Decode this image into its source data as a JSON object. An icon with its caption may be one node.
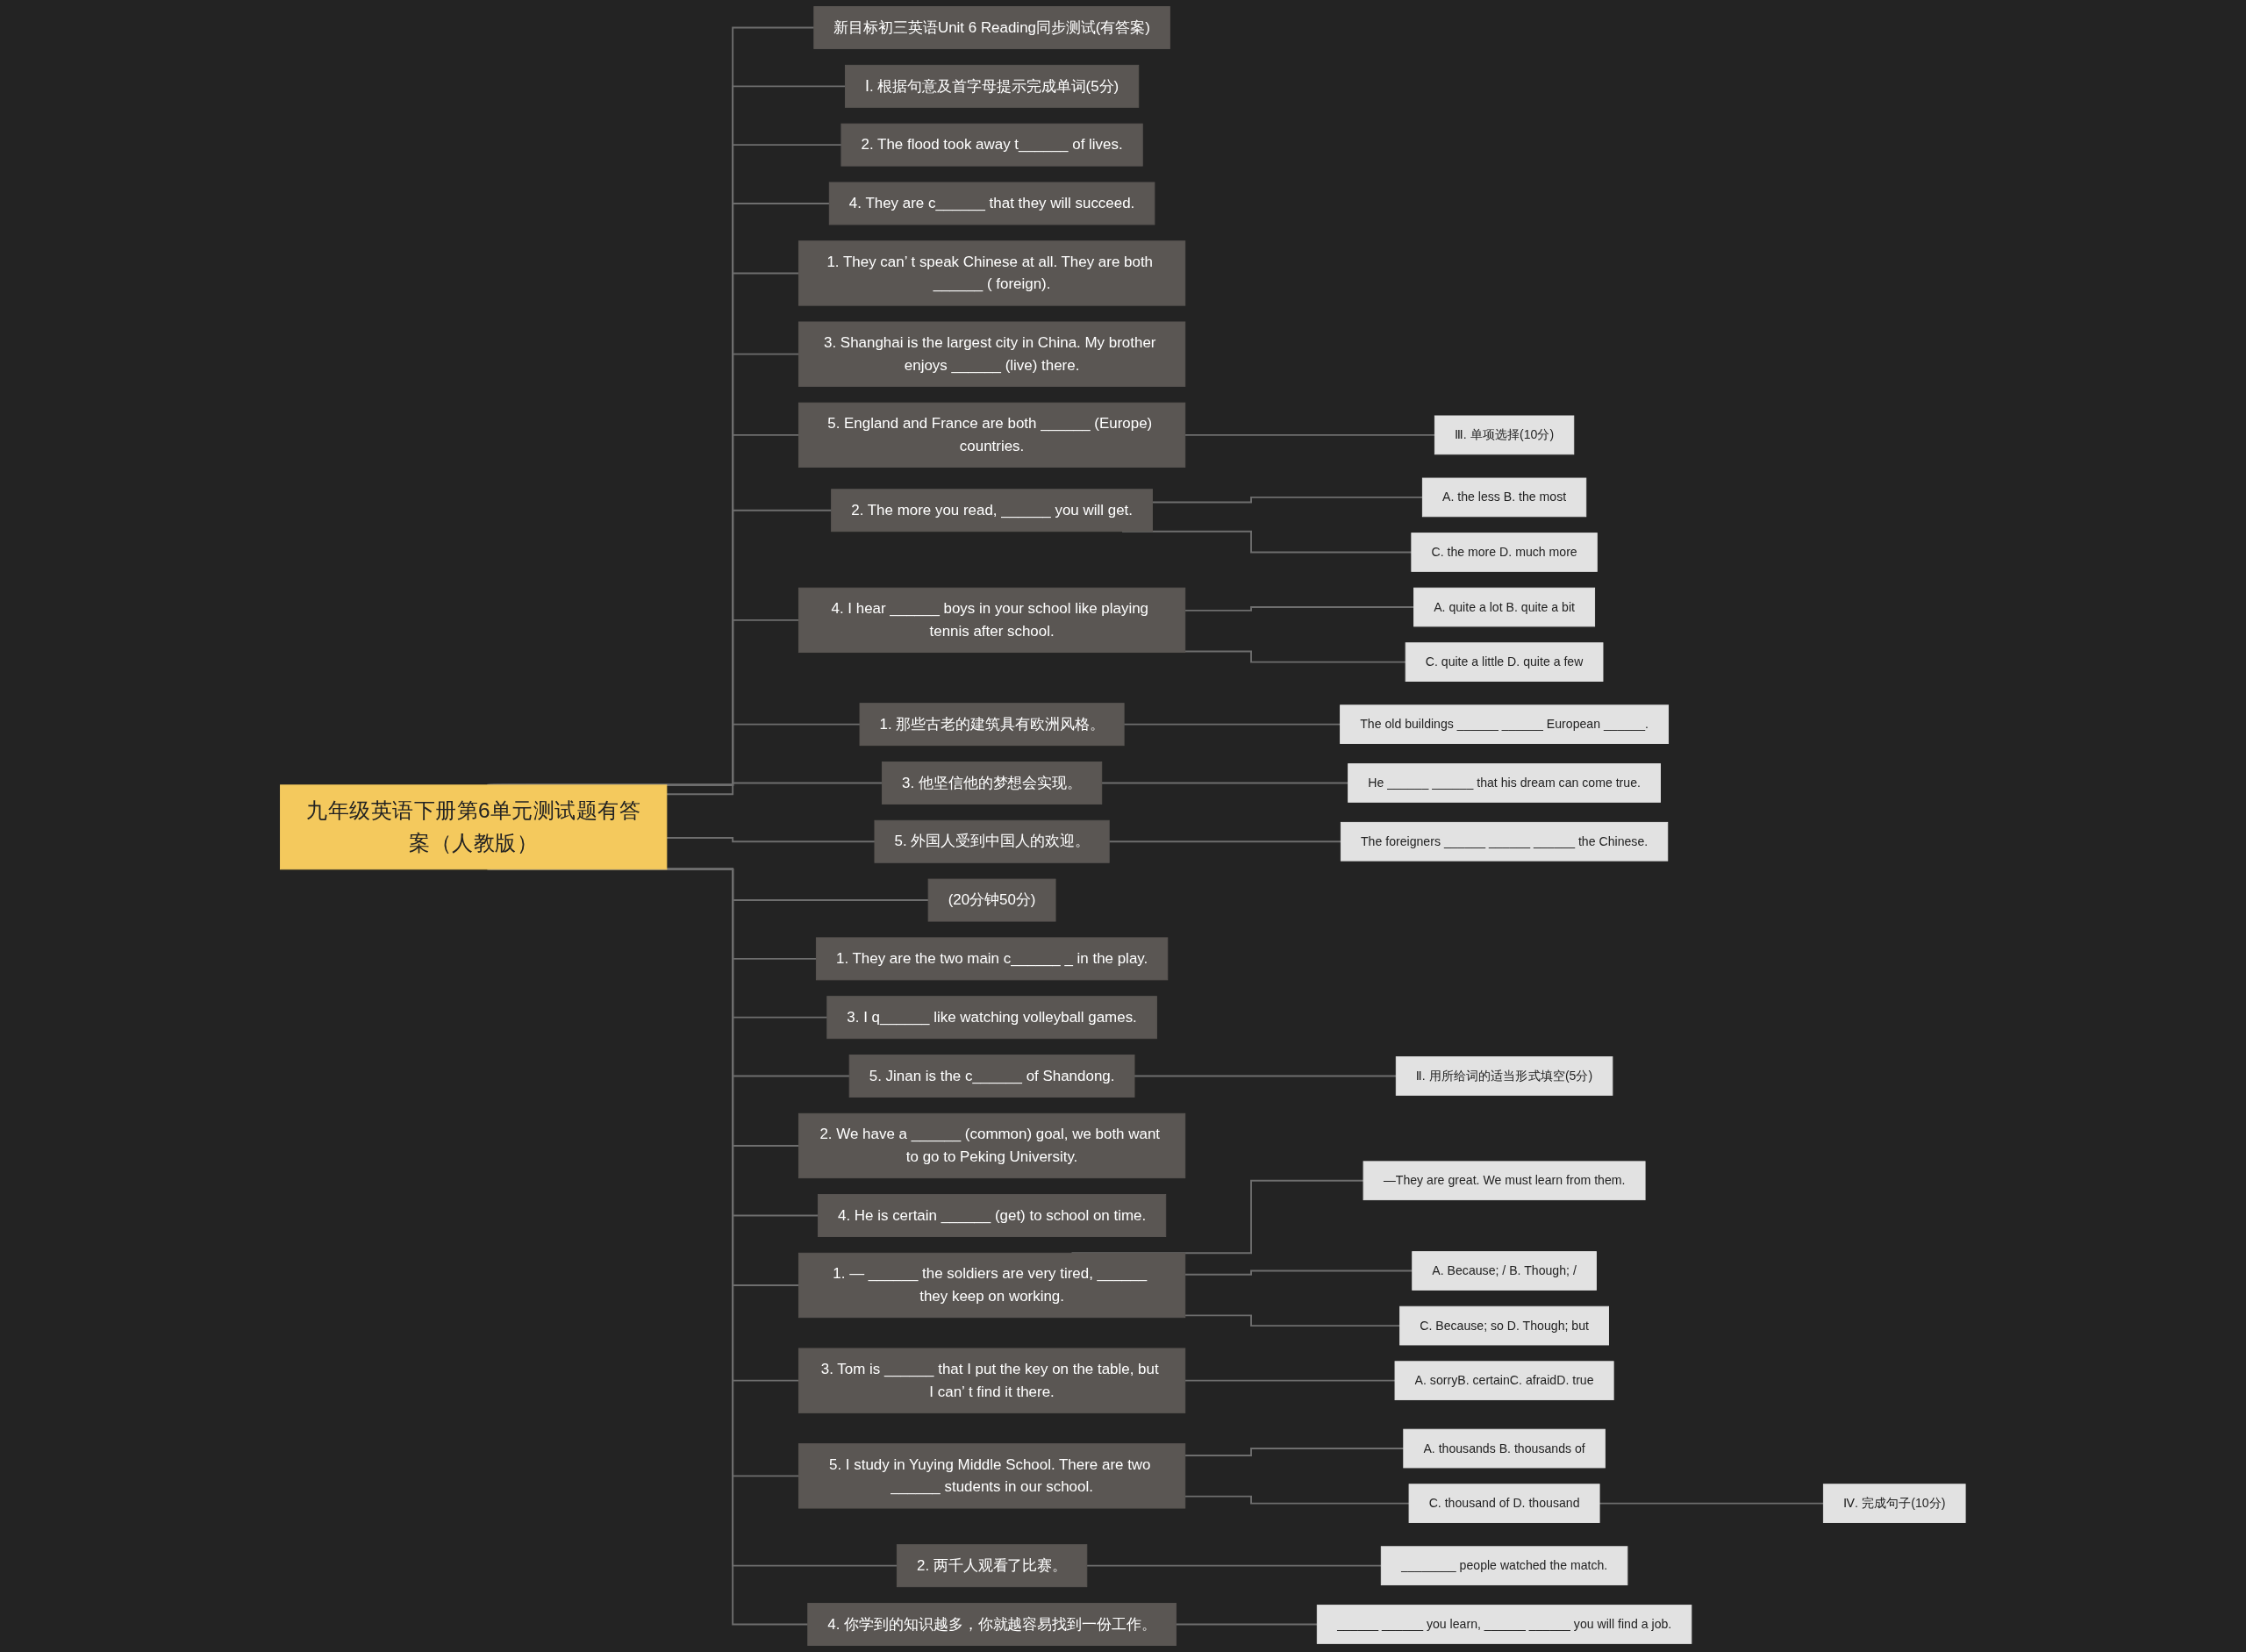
{
  "diagram": {
    "nodes": [
      {
        "text": [
          "九年级英语下册第6单元测试题有答案（人教版）"
        ]
      },
      {
        "text": [
          "新目标初三英语Unit 6 Reading同步测试(有答案)"
        ]
      },
      {
        "text": [
          "Ⅰ. 根据句意及首字母提示完成单词(5分)"
        ]
      },
      {
        "text": [
          "2. The flood took away t______ of lives."
        ]
      },
      {
        "text": [
          "4. They are c______ that they will succeed."
        ]
      },
      {
        "text": [
          "1. They can’ t speak Chinese at all. They are both ______ ( foreign)."
        ]
      },
      {
        "text": [
          "3. Shanghai is the largest city in China. My brother enjoys ______ (live) there."
        ]
      },
      {
        "text": [
          "5. England and France are both ______ (Europe) countries."
        ]
      },
      {
        "text": [
          "Ⅲ. 单项选择(10分)"
        ]
      },
      {
        "text": [
          "2. The more you read, ______ you will get."
        ]
      },
      {
        "text": [
          "A. the less B. the most"
        ]
      },
      {
        "text": [
          "C. the more D. much more"
        ]
      },
      {
        "text": [
          "4. I hear ______ boys in your school like playing tennis after school."
        ]
      },
      {
        "text": [
          "A. quite a lot B. quite a bit"
        ]
      },
      {
        "text": [
          "C. quite a little D. quite a few"
        ]
      },
      {
        "text": [
          "1. 那些古老的建筑具有欧洲风格。"
        ]
      },
      {
        "text": [
          "The old buildings ______ ______ European ______."
        ]
      },
      {
        "text": [
          "3. 他坚信他的梦想会实现。"
        ]
      },
      {
        "text": [
          "He ______ ______ that his dream can come true."
        ]
      },
      {
        "text": [
          "5. 外国人受到中国人的欢迎。"
        ]
      },
      {
        "text": [
          "The foreigners ______ ______ ______ the Chinese."
        ]
      },
      {
        "text": [
          "(20分钟50分)"
        ]
      },
      {
        "text": [
          "1. They are the two main c______ _ in the play."
        ]
      },
      {
        "text": [
          "3. I q______ like watching volleyball games."
        ]
      },
      {
        "text": [
          "5. Jinan is the c______ of Shandong."
        ]
      },
      {
        "text": [
          "Ⅱ. 用所给词的适当形式填空(5分)"
        ]
      },
      {
        "text": [
          "2. We have a ______ (common) goal, we both want to go to Peking University."
        ]
      },
      {
        "text": [
          "4. He is certain ______ (get) to school on time."
        ]
      },
      {
        "text": [
          "1. — ______ the soldiers are very tired, ______ they keep on working."
        ]
      },
      {
        "text": [
          "—They are great. We must learn from them."
        ]
      },
      {
        "text": [
          "A. Because; / B. Though; /"
        ]
      },
      {
        "text": [
          "C. Because; so D. Though; but"
        ]
      },
      {
        "text": [
          "3. Tom is ______ that I put the key on the table, but I can’ t find it there."
        ]
      },
      {
        "text": [
          "A. sorryB. certainC. afraidD. true"
        ]
      },
      {
        "text": [
          "5. I study in Yuying Middle School. There are two ______ students in our school."
        ]
      },
      {
        "text": [
          "A. thousands B. thousands of"
        ]
      },
      {
        "text": [
          "C. thousand of D. thousand"
        ]
      },
      {
        "text": [
          "Ⅳ. 完成句子(10分)"
        ]
      },
      {
        "text": [
          "2. 两千人观看了比赛。"
        ]
      },
      {
        "text": [
          "________ people watched the match."
        ]
      },
      {
        "text": [
          "4. 你学到的知识越多，你就越容易找到一份工作。"
        ]
      },
      {
        "text": [
          "______ ______ you learn, ______ ______ you will find a job."
        ]
      }
    ],
    "edges": [
      {
        "from": 0,
        "to": 1,
        "arrow": "none"
      },
      {
        "from": 0,
        "to": 2,
        "arrow": "none"
      },
      {
        "from": 0,
        "to": 3,
        "arrow": "none"
      },
      {
        "from": 0,
        "to": 4,
        "arrow": "none"
      },
      {
        "from": 0,
        "to": 5,
        "arrow": "none"
      },
      {
        "from": 0,
        "to": 6,
        "arrow": "none"
      },
      {
        "from": 0,
        "to": 7,
        "arrow": "none"
      },
      {
        "from": 7,
        "to": 8,
        "arrow": "none"
      },
      {
        "from": 0,
        "to": 9,
        "arrow": "none"
      },
      {
        "from": 9,
        "to": 10,
        "arrow": "none"
      },
      {
        "from": 9,
        "to": 11,
        "arrow": "none"
      },
      {
        "from": 0,
        "to": 12,
        "arrow": "none"
      },
      {
        "from": 12,
        "to": 13,
        "arrow": "none"
      },
      {
        "from": 12,
        "to": 14,
        "arrow": "none"
      },
      {
        "from": 0,
        "to": 15,
        "arrow": "none"
      },
      {
        "from": 15,
        "to": 16,
        "arrow": "none"
      },
      {
        "from": 0,
        "to": 17,
        "arrow": "none"
      },
      {
        "from": 17,
        "to": 18,
        "arrow": "none"
      },
      {
        "from": 0,
        "to": 19,
        "arrow": "none"
      },
      {
        "from": 19,
        "to": 20,
        "arrow": "none"
      },
      {
        "from": 0,
        "to": 21,
        "arrow": "none"
      },
      {
        "from": 0,
        "to": 22,
        "arrow": "none"
      },
      {
        "from": 0,
        "to": 23,
        "arrow": "none"
      },
      {
        "from": 0,
        "to": 24,
        "arrow": "none"
      },
      {
        "from": 24,
        "to": 25,
        "arrow": "none"
      },
      {
        "from": 0,
        "to": 26,
        "arrow": "none"
      },
      {
        "from": 0,
        "to": 27,
        "arrow": "none"
      },
      {
        "from": 0,
        "to": 28,
        "arrow": "none"
      },
      {
        "from": 28,
        "to": 29,
        "arrow": "none"
      },
      {
        "from": 28,
        "to": 30,
        "arrow": "none"
      },
      {
        "from": 28,
        "to": 31,
        "arrow": "none"
      },
      {
        "from": 0,
        "to": 32,
        "arrow": "none"
      },
      {
        "from": 32,
        "to": 33,
        "arrow": "none"
      },
      {
        "from": 0,
        "to": 34,
        "arrow": "none"
      },
      {
        "from": 34,
        "to": 35,
        "arrow": "none"
      },
      {
        "from": 34,
        "to": 36,
        "arrow": "none"
      },
      {
        "from": 36,
        "to": 37,
        "arrow": "none"
      },
      {
        "from": 0,
        "to": 38,
        "arrow": "none"
      },
      {
        "from": 38,
        "to": 39,
        "arrow": "none"
      },
      {
        "from": 0,
        "to": 40,
        "arrow": "none"
      },
      {
        "from": 40,
        "to": 41,
        "arrow": "none"
      }
    ]
  }
}
